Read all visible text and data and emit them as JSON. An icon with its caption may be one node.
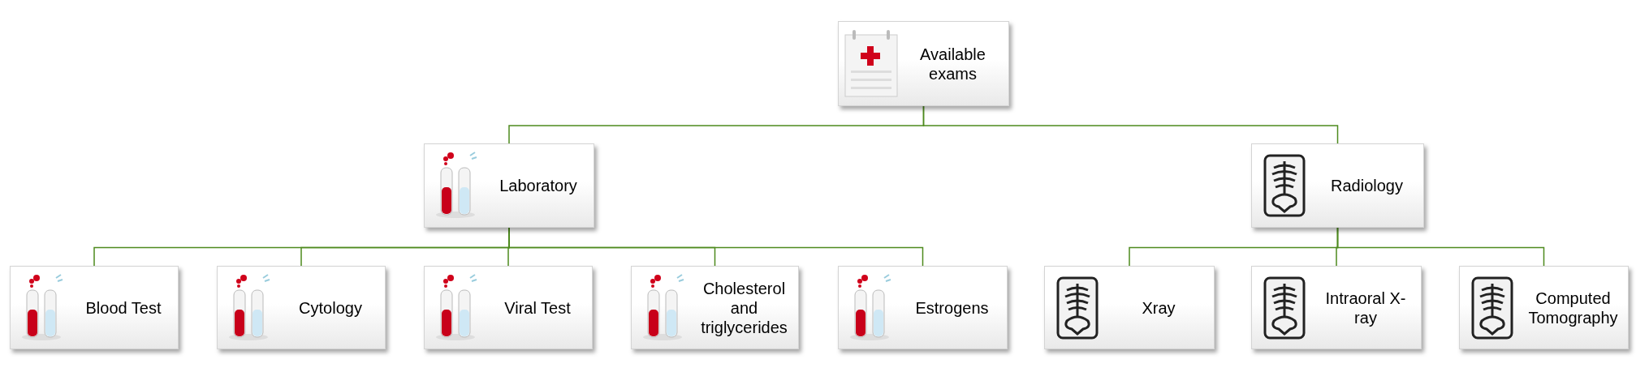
{
  "diagram": {
    "nodes": [
      {
        "text": [
          "Available exams"
        ]
      },
      {
        "text": [
          "Laboratory"
        ]
      },
      {
        "text": [
          "Radiology"
        ]
      },
      {
        "text": [
          "Blood Test"
        ]
      },
      {
        "text": [
          "Cytology"
        ]
      },
      {
        "text": [
          "Viral Test"
        ]
      },
      {
        "text": [
          "Cholesterol and triglycerides"
        ]
      },
      {
        "text": [
          "Estrogens"
        ]
      },
      {
        "text": [
          "Xray"
        ]
      },
      {
        "text": [
          "Intraoral X-ray"
        ]
      },
      {
        "text": [
          "Computed Tomography"
        ]
      }
    ],
    "edges": [
      {
        "from": 0,
        "to": 1,
        "arrow": "none"
      },
      {
        "from": 0,
        "to": 2,
        "arrow": "none"
      },
      {
        "from": 1,
        "to": 3,
        "arrow": "none"
      },
      {
        "from": 1,
        "to": 4,
        "arrow": "none"
      },
      {
        "from": 1,
        "to": 5,
        "arrow": "none"
      },
      {
        "from": 1,
        "to": 6,
        "arrow": "none"
      },
      {
        "from": 1,
        "to": 7,
        "arrow": "none"
      },
      {
        "from": 2,
        "to": 8,
        "arrow": "none"
      },
      {
        "from": 2,
        "to": 9,
        "arrow": "none"
      },
      {
        "from": 2,
        "to": 10,
        "arrow": "none"
      }
    ]
  }
}
